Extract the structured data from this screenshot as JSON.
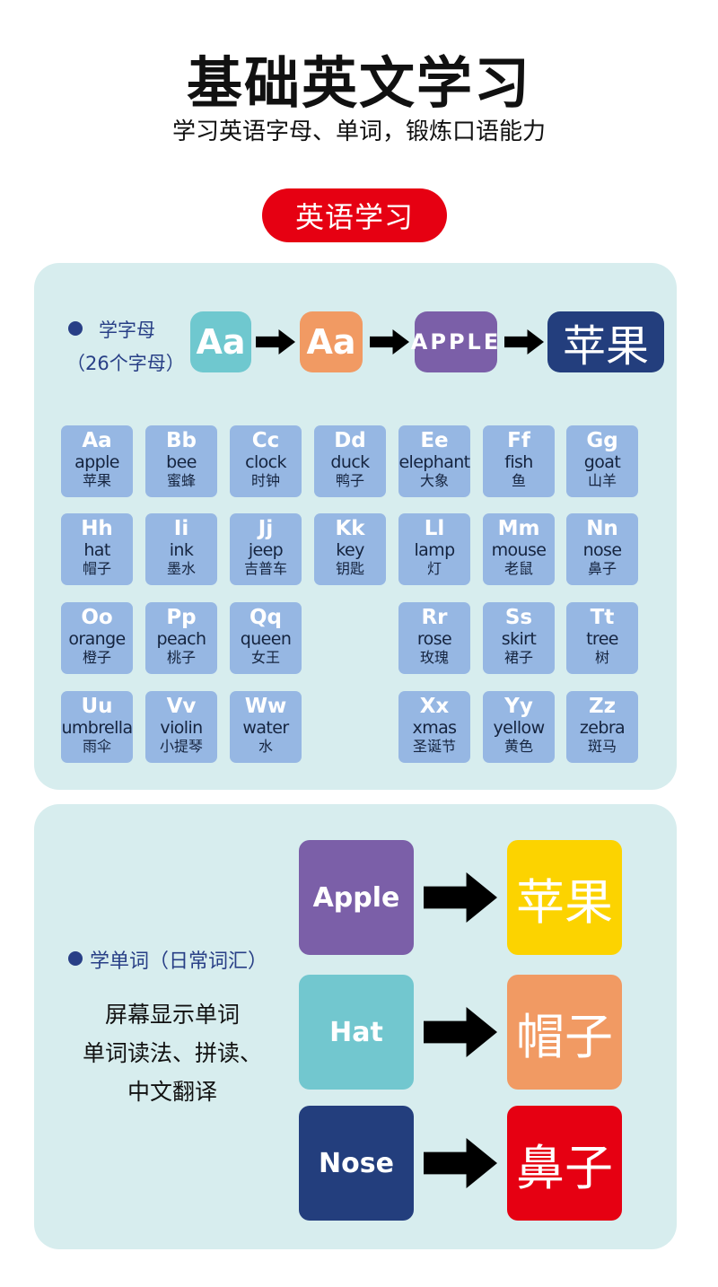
{
  "header": {
    "title": "基础英文学习",
    "subtitle": "学习英语字母、单词，锻炼口语能力",
    "section_pill": "英语学习"
  },
  "letters_section": {
    "label": "学字母",
    "sublabel": "（26个字母）",
    "flow": [
      "Aa",
      "Aa",
      "APPLE",
      "苹果"
    ],
    "flow_colors": [
      "#6fc8cf",
      "#f19a63",
      "#7b5fa8",
      "#233e7d"
    ]
  },
  "cards_rows": [
    [
      {
        "letter": "Aa",
        "word": "apple",
        "cn": "苹果"
      },
      {
        "letter": "Bb",
        "word": "bee",
        "cn": "蜜蜂"
      },
      {
        "letter": "Cc",
        "word": "clock",
        "cn": "时钟"
      },
      {
        "letter": "Dd",
        "word": "duck",
        "cn": "鸭子"
      },
      {
        "letter": "Ee",
        "word": "elephant",
        "cn": "大象"
      },
      {
        "letter": "Ff",
        "word": "fish",
        "cn": "鱼"
      },
      {
        "letter": "Gg",
        "word": "goat",
        "cn": "山羊"
      }
    ],
    [
      {
        "letter": "Hh",
        "word": "hat",
        "cn": "帽子"
      },
      {
        "letter": "Ii",
        "word": "ink",
        "cn": "墨水"
      },
      {
        "letter": "Jj",
        "word": "jeep",
        "cn": "吉普车"
      },
      {
        "letter": "Kk",
        "word": "key",
        "cn": "钥匙"
      },
      {
        "letter": "Ll",
        "word": "lamp",
        "cn": "灯"
      },
      {
        "letter": "Mm",
        "word": "mouse",
        "cn": "老鼠"
      },
      {
        "letter": "Nn",
        "word": "nose",
        "cn": "鼻子"
      }
    ],
    [
      {
        "letter": "Oo",
        "word": "orange",
        "cn": "橙子"
      },
      {
        "letter": "Pp",
        "word": "peach",
        "cn": "桃子"
      },
      {
        "letter": "Qq",
        "word": "queen",
        "cn": "女王"
      },
      null,
      {
        "letter": "Rr",
        "word": "rose",
        "cn": "玫瑰"
      },
      {
        "letter": "Ss",
        "word": "skirt",
        "cn": "裙子"
      },
      {
        "letter": "Tt",
        "word": "tree",
        "cn": "树"
      }
    ],
    [
      {
        "letter": "Uu",
        "word": "umbrella",
        "cn": "雨伞"
      },
      {
        "letter": "Vv",
        "word": "violin",
        "cn": "小提琴"
      },
      {
        "letter": "Ww",
        "word": "water",
        "cn": "水"
      },
      null,
      {
        "letter": "Xx",
        "word": "xmas",
        "cn": "圣诞节"
      },
      {
        "letter": "Yy",
        "word": "yellow",
        "cn": "黄色"
      },
      {
        "letter": "Zz",
        "word": "zebra",
        "cn": "斑马"
      }
    ]
  ],
  "words_section": {
    "label": "学单词（日常词汇）",
    "description": [
      "屏幕显示单词",
      "单词读法、拼读、",
      "中文翻译"
    ],
    "pairs": [
      {
        "en": "Apple",
        "cn": "苹果",
        "en_color": "#7b5fa8",
        "cn_color": "#fcd300"
      },
      {
        "en": "Hat",
        "cn": "帽子",
        "en_color": "#72c7cf",
        "cn_color": "#f19a63"
      },
      {
        "en": "Nose",
        "cn": "鼻子",
        "en_color": "#233e7d",
        "cn_color": "#e60012"
      }
    ]
  }
}
